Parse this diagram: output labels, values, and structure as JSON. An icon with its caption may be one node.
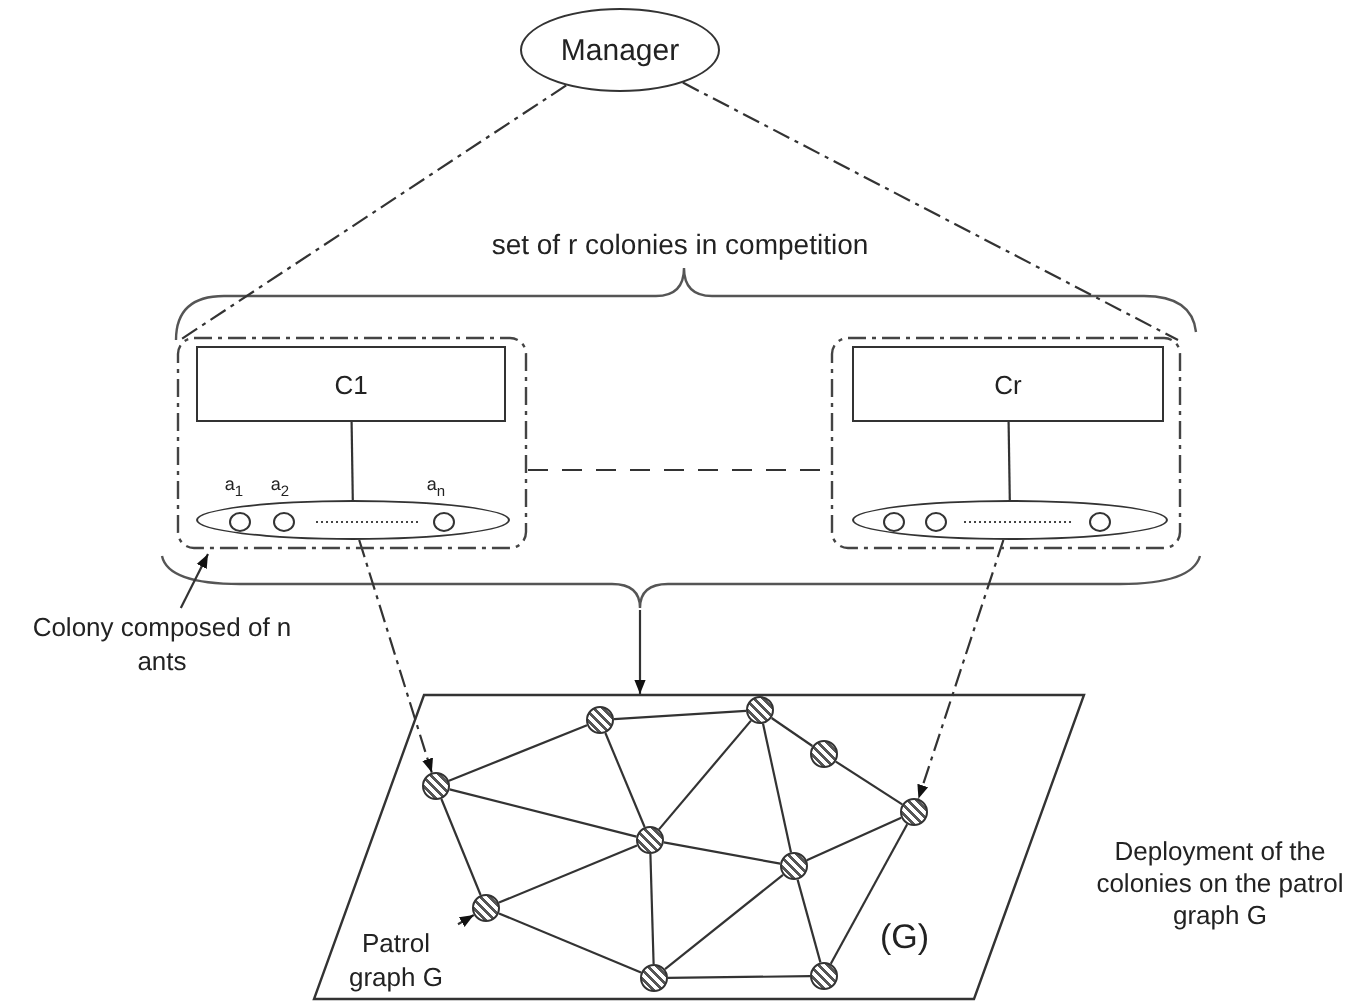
{
  "diagram": {
    "nodes": [
      {
        "text": [
          "Manager"
        ]
      },
      {
        "text": [],
        "shape": "box"
      },
      {
        "text": [
          "C1"
        ],
        "in": 1
      },
      {
        "text": [],
        "shape": "ellipse",
        "in": 1,
        "beside": [
          "a$_{1}$",
          "a$_{2}$",
          "a$_{n}$"
        ]
      },
      {
        "text": [],
        "shape": "box"
      },
      {
        "text": [
          "Cr"
        ],
        "in": 4
      },
      {
        "text": [],
        "shape": "ellipse",
        "in": 4
      },
      {
        "text": [
          "Colony composed of n ants"
        ]
      },
      {
        "text": [
          "(G)"
        ]
      },
      {
        "text": [],
        "shape": "circle",
        "in": 8
      },
      {
        "text": [],
        "shape": "circle",
        "in": 8
      },
      {
        "text": [],
        "shape": "circle",
        "in": 8
      },
      {
        "text": [],
        "shape": "circle",
        "in": 8
      },
      {
        "text": [],
        "shape": "circle",
        "in": 8
      },
      {
        "text": [],
        "shape": "circle",
        "in": 8
      },
      {
        "text": [],
        "shape": "circle",
        "in": 8
      },
      {
        "text": [],
        "shape": "circle",
        "in": 8
      },
      {
        "text": [],
        "shape": "circle",
        "in": 8
      },
      {
        "text": [],
        "shape": "circle",
        "in": 8
      },
      {
        "text": [
          "Patrol graph G"
        ],
        "in": 8
      },
      {
        "text": [],
        "shape": "brace"
      }
    ],
    "edges": [
      {
        "from": 0,
        "to": 1,
        "arrow": "none",
        "style": "dashed"
      },
      {
        "from": 0,
        "to": 4,
        "arrow": "none",
        "style": "dashed"
      },
      {
        "from": 2,
        "to": 3,
        "arrow": "none"
      },
      {
        "from": 5,
        "to": 6,
        "arrow": "none"
      },
      {
        "from": 1,
        "to": 4,
        "arrow": "none",
        "style": "dashed"
      },
      {
        "from": 3,
        "to": 9,
        "arrow": "to",
        "style": "dashed"
      },
      {
        "from": 6,
        "to": 13,
        "arrow": "to",
        "style": "dashed"
      },
      {
        "from": 20,
        "to": 8,
        "arrow": "to"
      },
      {
        "from": 7,
        "to": 1,
        "arrow": "to"
      },
      {
        "from": 19,
        "to": 14,
        "arrow": "to"
      },
      {
        "from": 9,
        "to": 10,
        "arrow": "none"
      },
      {
        "from": 9,
        "to": 15,
        "arrow": "none"
      },
      {
        "from": 9,
        "to": 14,
        "arrow": "none"
      },
      {
        "from": 10,
        "to": 15,
        "arrow": "none"
      },
      {
        "from": 10,
        "to": 11,
        "arrow": "none"
      },
      {
        "from": 11,
        "to": 15,
        "arrow": "none"
      },
      {
        "from": 11,
        "to": 16,
        "arrow": "none"
      },
      {
        "from": 11,
        "to": 12,
        "arrow": "none"
      },
      {
        "from": 12,
        "to": 13,
        "arrow": "none"
      },
      {
        "from": 13,
        "to": 16,
        "arrow": "none"
      },
      {
        "from": 13,
        "to": 18,
        "arrow": "none"
      },
      {
        "from": 14,
        "to": 15,
        "arrow": "none"
      },
      {
        "from": 14,
        "to": 17,
        "arrow": "none"
      },
      {
        "from": 15,
        "to": 17,
        "arrow": "none"
      },
      {
        "from": 15,
        "to": 16,
        "arrow": "none"
      },
      {
        "from": 16,
        "to": 17,
        "arrow": "none"
      },
      {
        "from": 16,
        "to": 18,
        "arrow": "none"
      },
      {
        "from": 17,
        "to": 18,
        "arrow": "none"
      }
    ],
    "labels": [
      "set of r colonies in competition",
      "Deployment of the colonies on the patrol graph G"
    ]
  }
}
